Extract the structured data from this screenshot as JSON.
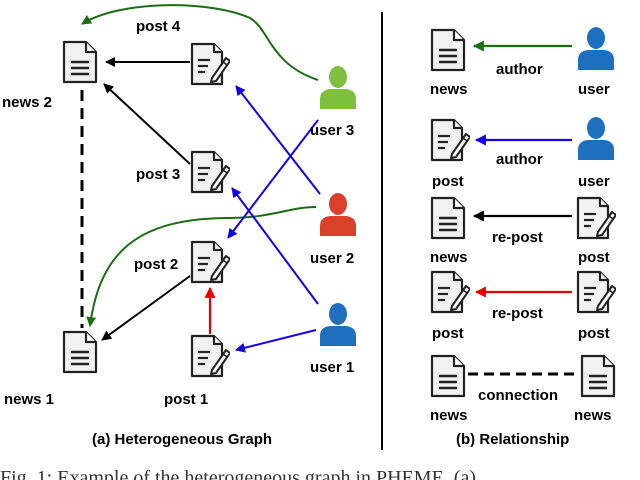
{
  "colors": {
    "author_news": "#1a6e12",
    "author_post": "#1400e6",
    "repost_news": "#000000",
    "repost_post": "#e60000",
    "user_green": "#7fbf3f",
    "user_red": "#d9412a",
    "user_blue": "#1f6fbf"
  },
  "graph": {
    "nodes": {
      "news2": "news 2",
      "news1": "news 1",
      "post4": "post 4",
      "post3": "post 3",
      "post2": "post 2",
      "post1": "post 1",
      "user3": "user 3",
      "user2": "user 2",
      "user1": "user 1"
    },
    "caption": "(a) Heterogeneous Graph"
  },
  "relationship": {
    "rows": [
      {
        "left": "news",
        "right": "user",
        "edge": "author"
      },
      {
        "left": "post",
        "right": "user",
        "edge": "author"
      },
      {
        "left": "news",
        "right": "post",
        "edge": "re-post"
      },
      {
        "left": "post",
        "right": "post",
        "edge": "re-post"
      },
      {
        "left": "news",
        "right": "news",
        "edge": "connection"
      }
    ],
    "caption": "(b) Relationship"
  },
  "figure_caption": "Fig. 1: Example of the heterogeneous graph in PHEME. (a)"
}
